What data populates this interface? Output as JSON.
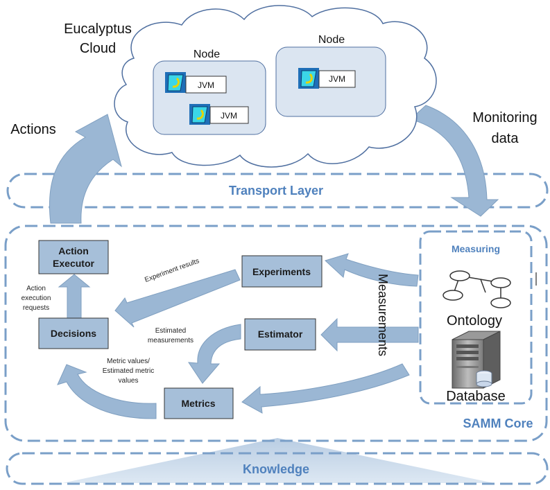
{
  "cloud": {
    "title_line1": "Eucalyptus",
    "title_line2": "Cloud",
    "nodes": [
      {
        "label": "Node",
        "jvms": [
          "JVM",
          "JVM"
        ]
      },
      {
        "label": "Node",
        "jvms": [
          "JVM"
        ]
      }
    ]
  },
  "arrows": {
    "actions": "Actions",
    "monitoring_line1": "Monitoring",
    "monitoring_line2": "data",
    "measurements": "Measurements"
  },
  "layers": {
    "transport": "Transport Layer",
    "core": "SAMM Core",
    "knowledge": "Knowledge"
  },
  "boxes": {
    "action_executor_line1": "Action",
    "action_executor_line2": "Executor",
    "decisions": "Decisions",
    "experiments": "Experiments",
    "estimator": "Estimator",
    "metrics": "Metrics"
  },
  "edge_labels": {
    "action_requests": [
      "Action",
      "execution",
      "requests"
    ],
    "experiment_results": "Experiment results",
    "estimated_measurements": [
      "Estimated",
      "measurements"
    ],
    "metric_values": [
      "Metric values/",
      "Estimated metric",
      "values"
    ]
  },
  "measuring": {
    "title": "Measuring",
    "ontology": "Ontology",
    "database": "Database"
  },
  "colors": {
    "arrow_fill": "#9bb7d4",
    "arrow_stroke": "#7f9fc0",
    "box_fill": "#a6bfd9",
    "node_fill": "#dbe5f1",
    "dash": "#7a9fc8",
    "layer_text": "#4f81bd"
  }
}
